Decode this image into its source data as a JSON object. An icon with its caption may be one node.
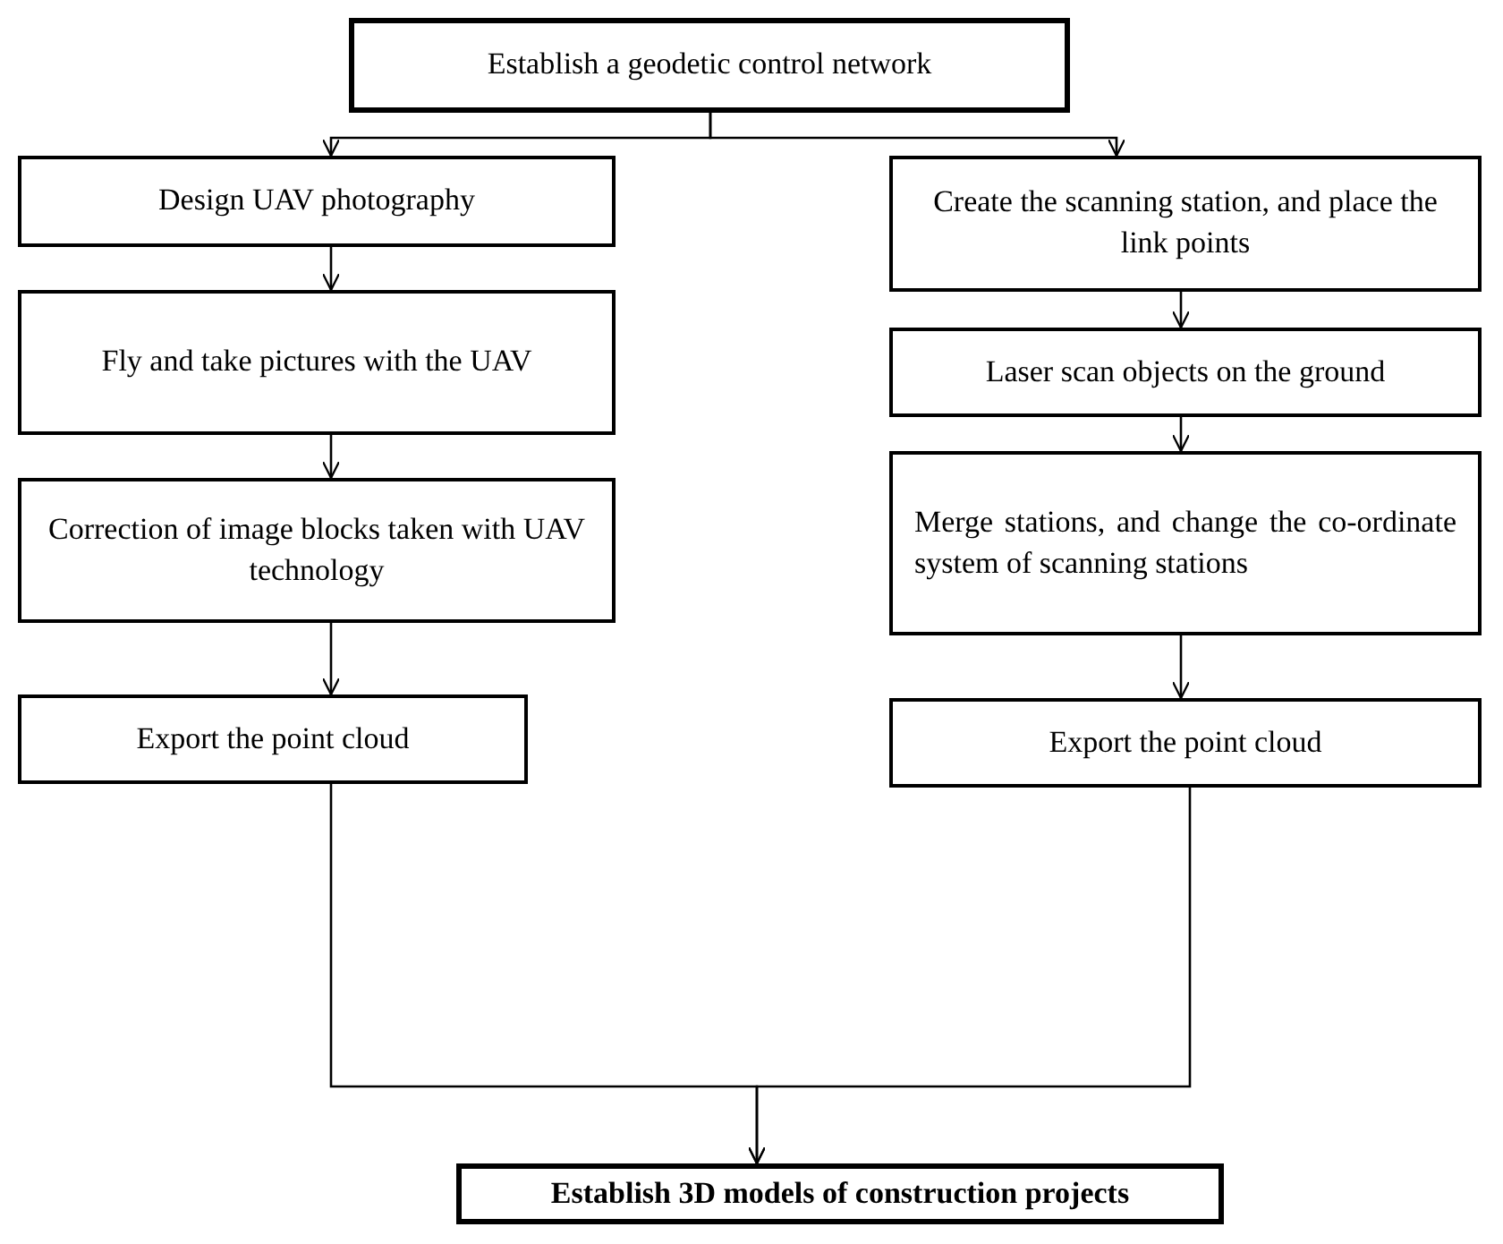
{
  "diagram": {
    "nodes": [
      {
        "text": [
          "Establish a geodetic control network"
        ]
      },
      {
        "text": [
          "Design UAV photography"
        ]
      },
      {
        "text": [
          "Fly and take pictures with the UAV"
        ]
      },
      {
        "text": [
          "Correction of image blocks taken with UAV technology"
        ]
      },
      {
        "text": [
          "Export the point cloud"
        ]
      },
      {
        "text": [
          "Create the scanning station, and place the link points"
        ]
      },
      {
        "text": [
          "Laser scan objects on the ground"
        ]
      },
      {
        "text": [
          "Merge stations, and change the co-ordinate system of scanning stations"
        ]
      },
      {
        "text": [
          "Export the point cloud"
        ]
      },
      {
        "text": [
          "Establish 3D models of construction projects"
        ]
      }
    ],
    "edges": [
      {
        "from": 0,
        "to": 1,
        "arrow": "to"
      },
      {
        "from": 0,
        "to": 5,
        "arrow": "to"
      },
      {
        "from": 1,
        "to": 2,
        "arrow": "to"
      },
      {
        "from": 2,
        "to": 3,
        "arrow": "to"
      },
      {
        "from": 3,
        "to": 4,
        "arrow": "to"
      },
      {
        "from": 5,
        "to": 6,
        "arrow": "to"
      },
      {
        "from": 6,
        "to": 7,
        "arrow": "to"
      },
      {
        "from": 7,
        "to": 8,
        "arrow": "to"
      },
      {
        "from": 4,
        "to": 9,
        "arrow": "to"
      },
      {
        "from": 8,
        "to": 9,
        "arrow": "to"
      }
    ]
  }
}
